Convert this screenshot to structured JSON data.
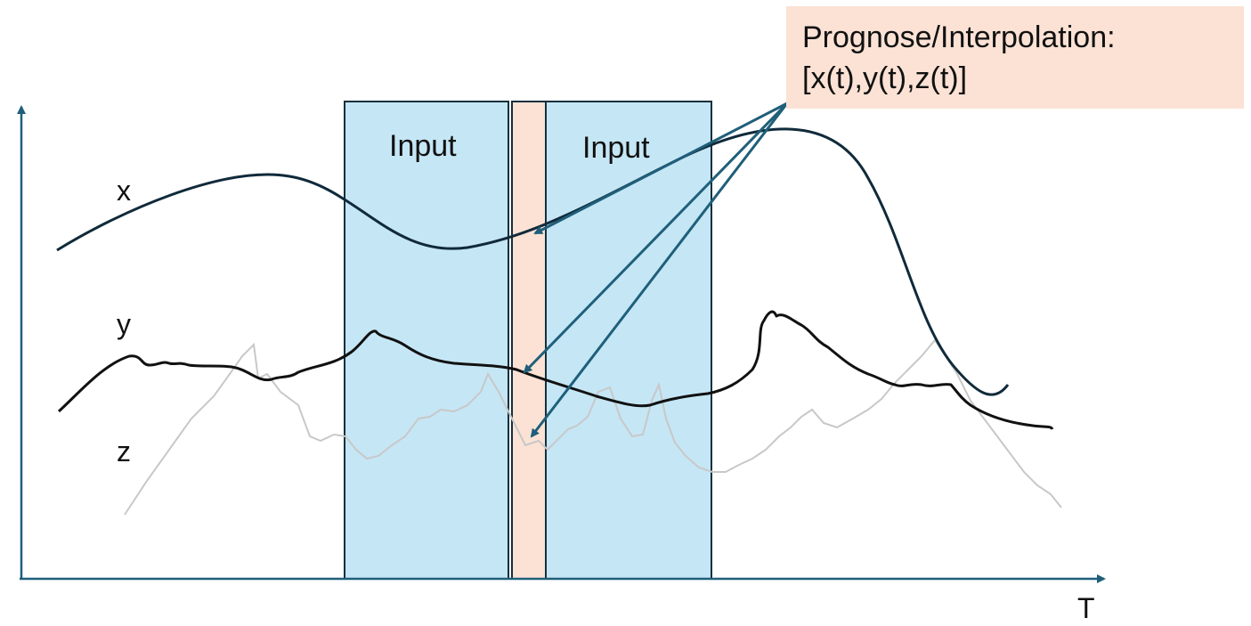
{
  "callout": {
    "line1": "Prognose/Interpolation:",
    "line2": "[x(t),y(t),z(t)]"
  },
  "windows": {
    "left_label": "Input",
    "right_label": "Input"
  },
  "series_labels": {
    "x": "x",
    "y": "y",
    "z": "z"
  },
  "axis": {
    "x_label": "T"
  },
  "colors": {
    "axis": "#1f5f7a",
    "input_fill": "#c5e6f5",
    "target_fill": "#fbe2d5",
    "box_stroke": "#14303e",
    "x_curve": "#102a3a",
    "y_curve": "#111111",
    "z_curve": "#c8c8c8",
    "arrow": "#1f5f7a"
  }
}
